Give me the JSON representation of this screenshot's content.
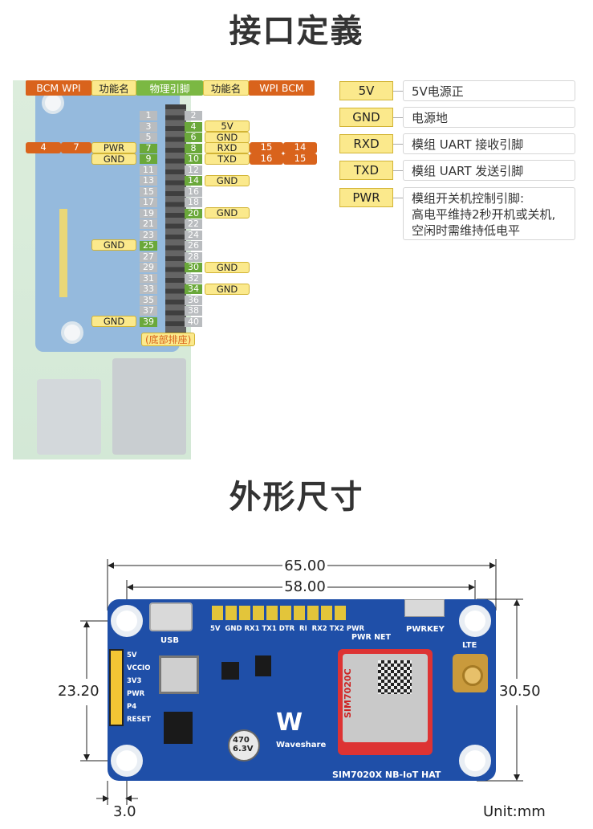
{
  "titles": {
    "pinout": "接口定義",
    "dimensions": "外形尺寸"
  },
  "header_row": {
    "bcm_wpi_left": "BCM  WPI",
    "func_left": "功能名",
    "physical": "物理引脚",
    "func_right": "功能名",
    "wpi_bcm_right": "WPI  BCM"
  },
  "pins_left": [
    "1",
    "3",
    "5",
    "7",
    "9",
    "11",
    "13",
    "15",
    "17",
    "19",
    "21",
    "23",
    "25",
    "27",
    "29",
    "31",
    "33",
    "35",
    "37",
    "39"
  ],
  "pins_right": [
    "2",
    "4",
    "6",
    "8",
    "10",
    "12",
    "14",
    "16",
    "18",
    "20",
    "22",
    "24",
    "26",
    "28",
    "30",
    "32",
    "34",
    "36",
    "38",
    "40"
  ],
  "left_labels": {
    "pin7_bcm": "4",
    "pin7_wpi": "7",
    "pin7_func": "PWR",
    "pin7_num": "7",
    "pin9_func": "GND",
    "pin9_num": "9",
    "pin25_func": "GND",
    "pin25_num": "25",
    "pin39_func": "GND",
    "pin39_num": "39"
  },
  "right_labels": {
    "pin4_num": "4",
    "pin4_func": "5V",
    "pin6_num": "6",
    "pin6_func": "GND",
    "pin8_num": "8",
    "pin8_func": "RXD",
    "pin8_wpi": "15",
    "pin8_bcm": "14",
    "pin10_num": "10",
    "pin10_func": "TXD",
    "pin10_wpi": "16",
    "pin10_bcm": "15",
    "pin14_num": "14",
    "pin14_func": "GND",
    "pin20_num": "20",
    "pin20_func": "GND",
    "pin30_num": "30",
    "pin30_func": "GND",
    "pin34_num": "34",
    "pin34_func": "GND"
  },
  "bottom_tag": "(底部排座)",
  "legend": [
    {
      "key": "5V",
      "desc": "5V电源正"
    },
    {
      "key": "GND",
      "desc": "电源地"
    },
    {
      "key": "RXD",
      "desc": "模组 UART 接收引脚"
    },
    {
      "key": "TXD",
      "desc": "模组 UART 发送引脚"
    },
    {
      "key": "PWR",
      "desc_lines": [
        "模组开关机控制引脚:",
        "高电平维持2秒开机或关机,",
        "空闲时需维持低电平"
      ]
    }
  ],
  "board": {
    "header_pins": "5V  GND RX1 TX1 DTR  RI  RX2 TX2 PWR",
    "usb": "USB",
    "pwr_net": "PWR NET",
    "pwrkey": "PWRKEY",
    "lte": "LTE",
    "side_pins": [
      "5V",
      "VCCIO",
      "3V3",
      "PWR",
      "P4",
      "RESET"
    ],
    "module": "SIM7020C",
    "cap": "470\n6.3V",
    "brand": "Waveshare",
    "product": "SIM7020X NB-IoT HAT"
  },
  "dimensions": {
    "width_total": "65.00",
    "width_holes": "58.00",
    "height_total": "30.50",
    "height_holes": "23.20",
    "hole_offset": "3.0",
    "unit": "Unit:mm"
  },
  "colors": {
    "orange": "#d9631c",
    "yellow": "#fbe98c",
    "green": "#7bb843",
    "pcb_blue": "#1f4fa8"
  }
}
